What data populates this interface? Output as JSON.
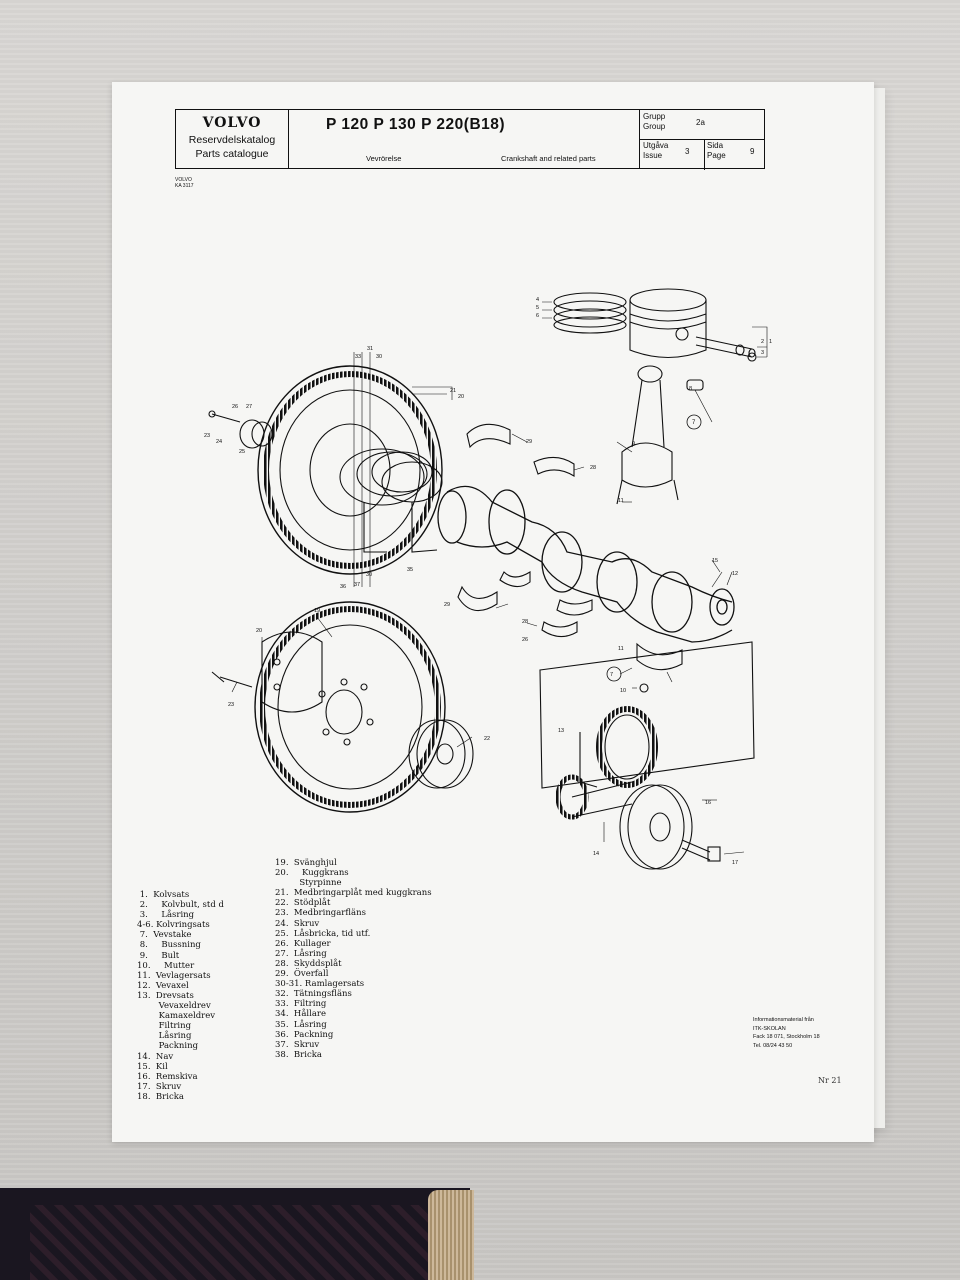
{
  "header": {
    "brand": "VOLVO",
    "catalog_sv": "Reservdelskatalog",
    "catalog_en": "Parts catalogue",
    "models": "P 120  P 130  P 220(B18)",
    "subtitle_sv": "Vevrörelse",
    "subtitle_en": "Crankshaft and related parts",
    "group_label_sv": "Grupp",
    "group_label_en": "Group",
    "group_value": "2a",
    "issue_label_sv": "Utgåva",
    "issue_label_en": "Issue",
    "issue_value": "3",
    "page_label_sv": "Sida",
    "page_label_en": "Page",
    "page_value": "9"
  },
  "stamp": [
    "VOLVO",
    "KA 3117"
  ],
  "legend_left": [
    " 1.  Kolvsats",
    " 2.     Kolvbult, std d",
    " 3.     Låsring",
    "4-6. Kolvringsats",
    " 7.  Vevstake",
    " 8.     Bussning",
    " 9.     Bult",
    "10.     Mutter",
    "11.  Vevlagersats",
    "12.  Vevaxel",
    "13.  Drevsats",
    "        Vevaxeldrev",
    "        Kamaxeldrev",
    "        Filtring",
    "        Låsring",
    "        Packning",
    "14.  Nav",
    "15.  Kil",
    "16.  Remskiva",
    "17.  Skruv",
    "18.  Bricka"
  ],
  "legend_right": [
    "19.  Svänghjul",
    "20.     Kuggkrans",
    "         Styrpinne",
    "21.  Medbringarplåt med kuggkrans",
    "22.  Stödplåt",
    "23.  Medbringarfläns",
    "24.  Skruv",
    "25.  Låsbricka, tid utf.",
    "26.  Kullager",
    "27.  Låsring",
    "28.  Skyddsplåt",
    "29.  Överfall",
    "30-31. Ramlagersats",
    "32.  Tätningsfläns",
    "33.  Filtring",
    "34.  Hållare",
    "35.  Låsring",
    "36.  Packning",
    "37.  Skruv",
    "38.  Bricka"
  ],
  "info": [
    "Informationsmaterial från",
    "ITK-SKOLAN",
    "Fack 18 071, Stockholm 18",
    "Tel. 08/24 43 50"
  ],
  "sheet_number": "Nr 21",
  "callouts": [
    "1",
    "2",
    "3",
    "4",
    "5",
    "6",
    "7",
    "8",
    "9",
    "10",
    "11",
    "12",
    "13",
    "14",
    "15",
    "16",
    "17",
    "19",
    "20",
    "21",
    "22",
    "23",
    "24",
    "25",
    "26",
    "27",
    "28",
    "29",
    "30",
    "31",
    "33",
    "34",
    "35",
    "36",
    "37",
    "38"
  ]
}
